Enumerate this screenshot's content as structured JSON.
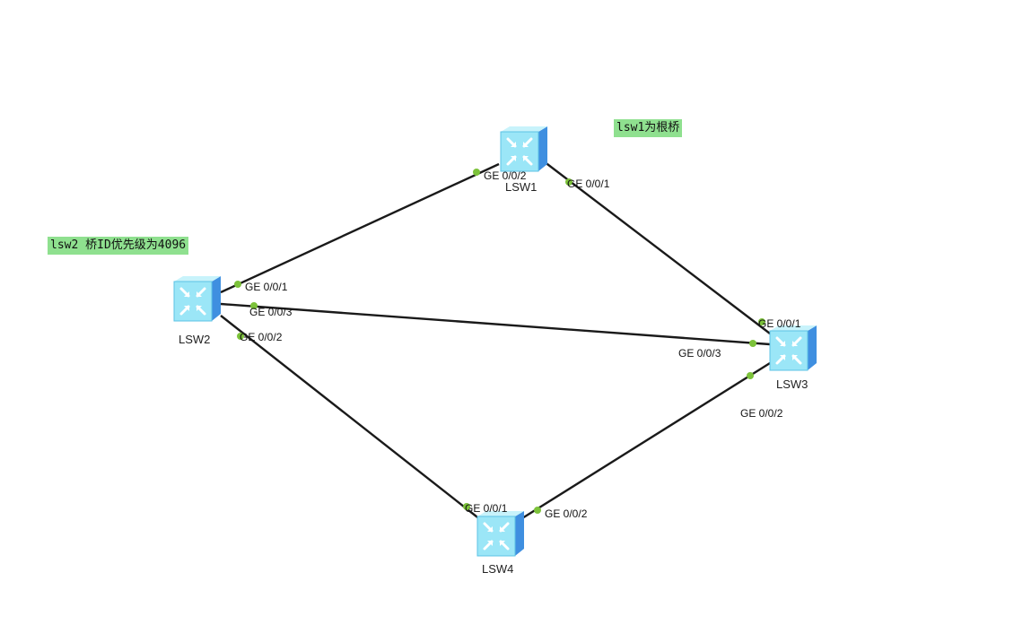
{
  "notes": {
    "root_note": "lsw1为根桥",
    "lsw2_note": "lsw2 桥ID优先级为4096"
  },
  "colors": {
    "background": "#ffffff",
    "link": "#1a1a1a",
    "port_dot": "#7cc23a",
    "note_bg": "#8fe08f",
    "switch_face": "#9be6f7",
    "switch_side": "#3f8fe0"
  },
  "switches": {
    "lsw1": {
      "label": "LSW1",
      "icon": "switch-icon"
    },
    "lsw2": {
      "label": "LSW2",
      "icon": "switch-icon"
    },
    "lsw3": {
      "label": "LSW3",
      "icon": "switch-icon"
    },
    "lsw4": {
      "label": "LSW4",
      "icon": "switch-icon"
    }
  },
  "ports": {
    "lsw1_g002": "GE 0/0/2",
    "lsw1_g001": "GE 0/0/1",
    "lsw2_g001": "GE 0/0/1",
    "lsw2_g003": "GE 0/0/3",
    "lsw2_g002": "GE 0/0/2",
    "lsw3_g001": "GE 0/0/1",
    "lsw3_g003": "GE 0/0/3",
    "lsw3_g002": "GE 0/0/2",
    "lsw4_g001": "GE 0/0/1",
    "lsw4_g002": "GE 0/0/2"
  },
  "links": [
    {
      "from": "LSW2 GE 0/0/1",
      "to": "LSW1 GE 0/0/2"
    },
    {
      "from": "LSW1 GE 0/0/1",
      "to": "LSW3 GE 0/0/1"
    },
    {
      "from": "LSW2 GE 0/0/3",
      "to": "LSW3 GE 0/0/3"
    },
    {
      "from": "LSW2 GE 0/0/2",
      "to": "LSW4 GE 0/0/1"
    },
    {
      "from": "LSW4 GE 0/0/2",
      "to": "LSW3 GE 0/0/2"
    }
  ]
}
